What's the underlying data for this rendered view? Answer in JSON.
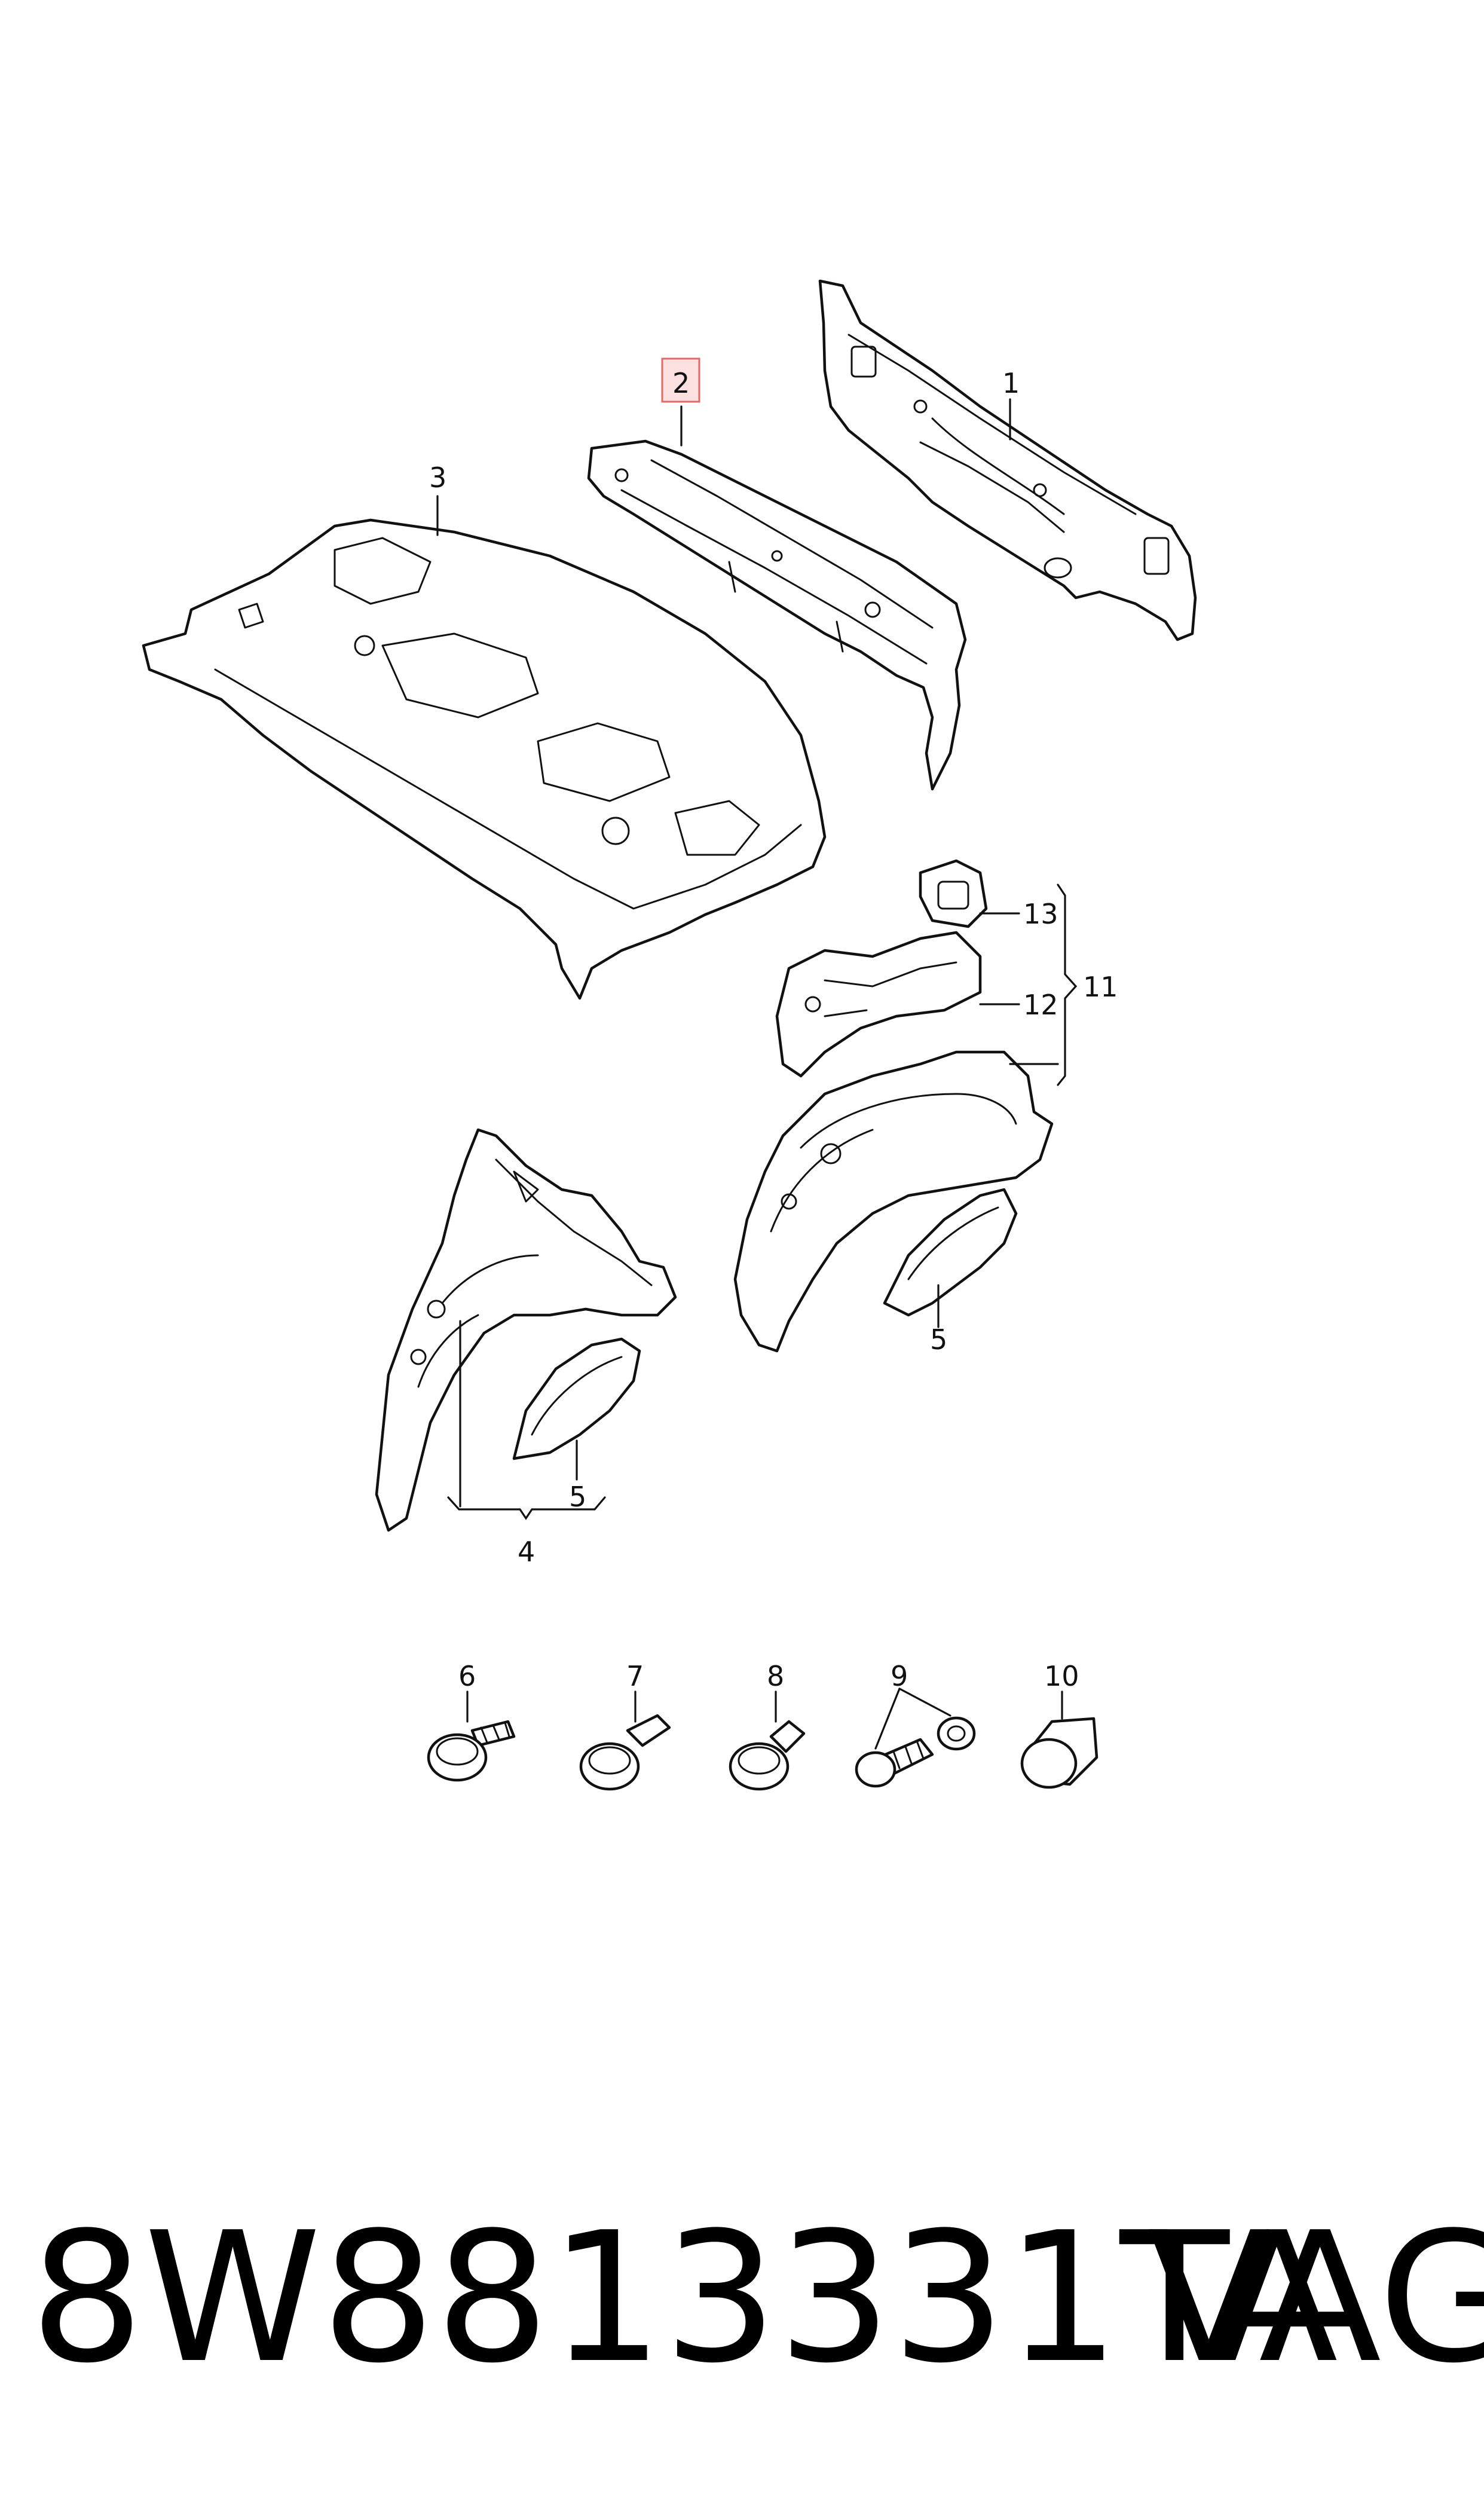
{
  "callouts": {
    "c1": "1",
    "c2": "2",
    "c3": "3",
    "c4": "4",
    "c5a": "5",
    "c5b": "5",
    "c6": "6",
    "c7": "7",
    "c8": "8",
    "c9": "9",
    "c10": "10",
    "c11": "11",
    "c12": "12",
    "c13": "13"
  },
  "highlighted_callout": "2",
  "highlight_color": "#e06a6a",
  "footer": {
    "part_number": "8W8813331TA",
    "brand": "VAG"
  }
}
